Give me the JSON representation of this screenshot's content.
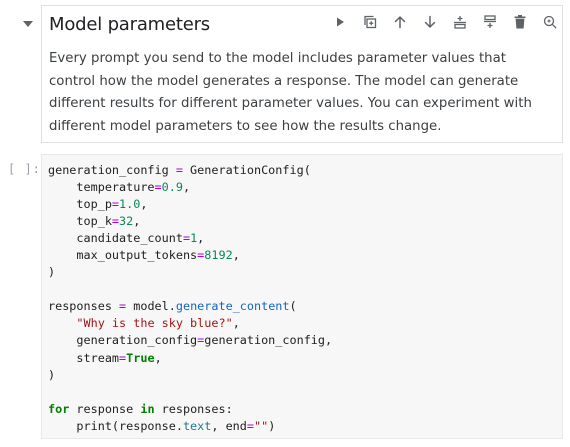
{
  "markdown_cell": {
    "heading": "Model parameters",
    "paragraph": "Every prompt you send to the model includes parameter values that control how the model generates a response. The model can generate different results for different parameter values. You can experiment with different model parameters to see how the results change.",
    "toolbar": [
      {
        "name": "run-cell-icon"
      },
      {
        "name": "duplicate-cell-icon"
      },
      {
        "name": "move-cell-up-icon"
      },
      {
        "name": "move-cell-down-icon"
      },
      {
        "name": "insert-cell-below-icon"
      },
      {
        "name": "insert-cell-above-icon"
      },
      {
        "name": "delete-cell-icon"
      },
      {
        "name": "ai-assist-icon"
      }
    ]
  },
  "code_cell": {
    "execution_count": "[ ]:",
    "lines": [
      [
        {
          "t": "generation_config "
        },
        {
          "t": "=",
          "k": "op"
        },
        {
          "t": " GenerationConfig("
        }
      ],
      [
        {
          "t": "    temperature"
        },
        {
          "t": "=",
          "k": "op"
        },
        {
          "t": "0.9",
          "k": "num"
        },
        {
          "t": ","
        }
      ],
      [
        {
          "t": "    top_p"
        },
        {
          "t": "=",
          "k": "op"
        },
        {
          "t": "1.0",
          "k": "num"
        },
        {
          "t": ","
        }
      ],
      [
        {
          "t": "    top_k"
        },
        {
          "t": "=",
          "k": "op"
        },
        {
          "t": "32",
          "k": "num"
        },
        {
          "t": ","
        }
      ],
      [
        {
          "t": "    candidate_count"
        },
        {
          "t": "=",
          "k": "op"
        },
        {
          "t": "1",
          "k": "num"
        },
        {
          "t": ","
        }
      ],
      [
        {
          "t": "    max_output_tokens"
        },
        {
          "t": "=",
          "k": "op"
        },
        {
          "t": "8192",
          "k": "num"
        },
        {
          "t": ","
        }
      ],
      [
        {
          "t": ")"
        }
      ],
      [
        {
          "t": ""
        }
      ],
      [
        {
          "t": "responses "
        },
        {
          "t": "=",
          "k": "op"
        },
        {
          "t": " model"
        },
        {
          "t": "."
        },
        {
          "t": "generate_content",
          "k": "fn"
        },
        {
          "t": "("
        }
      ],
      [
        {
          "t": "    "
        },
        {
          "t": "\"Why is the sky blue?\"",
          "k": "str"
        },
        {
          "t": ","
        }
      ],
      [
        {
          "t": "    generation_config"
        },
        {
          "t": "=",
          "k": "op"
        },
        {
          "t": "generation_config,"
        }
      ],
      [
        {
          "t": "    stream"
        },
        {
          "t": "=",
          "k": "op"
        },
        {
          "t": "True",
          "k": "kw"
        },
        {
          "t": ","
        }
      ],
      [
        {
          "t": ")"
        }
      ],
      [
        {
          "t": ""
        }
      ],
      [
        {
          "t": "for",
          "k": "kw"
        },
        {
          "t": " response "
        },
        {
          "t": "in",
          "k": "kw"
        },
        {
          "t": " responses:"
        }
      ],
      [
        {
          "t": "    print(response"
        },
        {
          "t": "."
        },
        {
          "t": "text",
          "k": "attr"
        },
        {
          "t": ", end"
        },
        {
          "t": "=",
          "k": "op"
        },
        {
          "t": "\"\"",
          "k": "str"
        },
        {
          "t": ")"
        }
      ]
    ]
  }
}
